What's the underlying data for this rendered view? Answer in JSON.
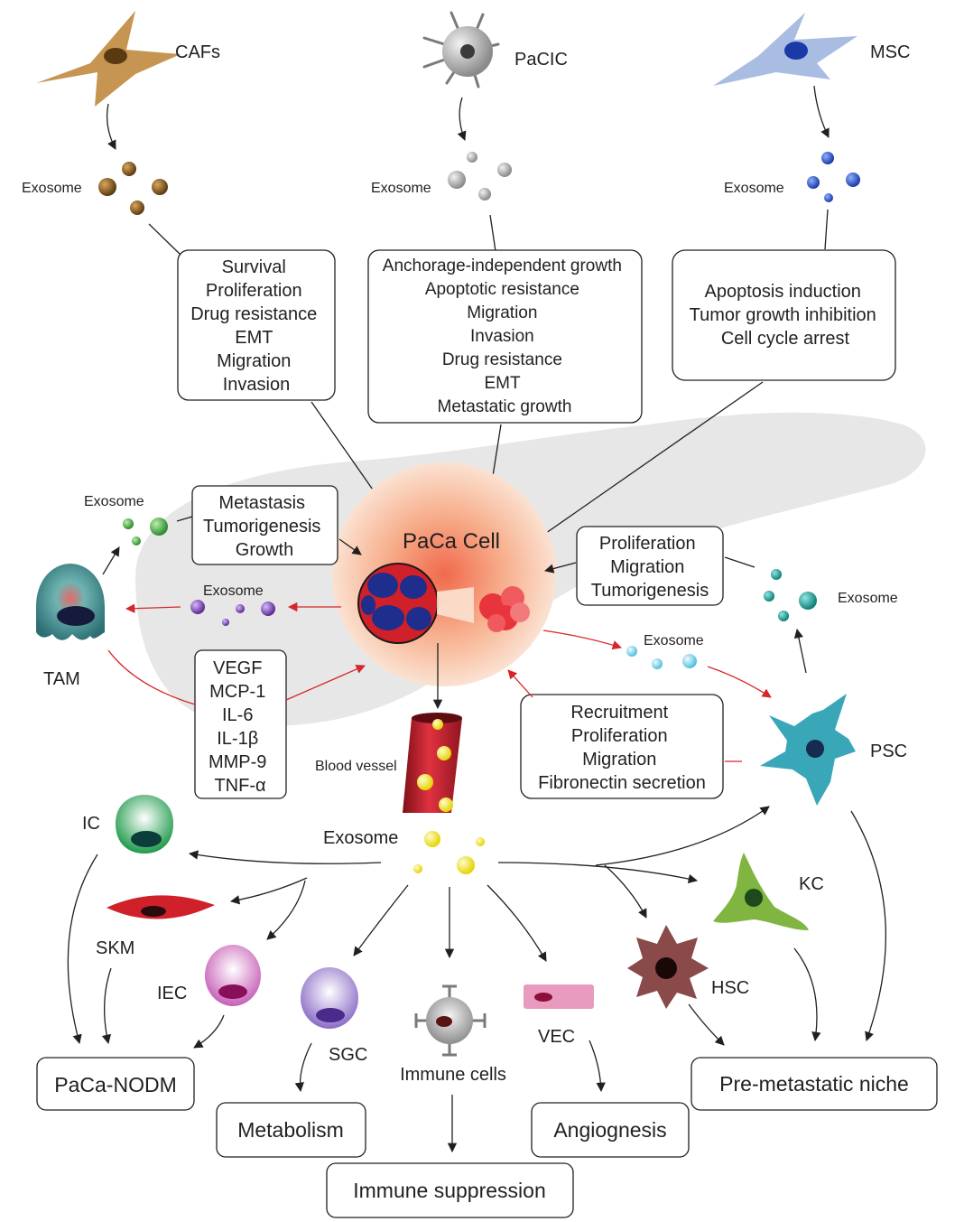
{
  "sources": {
    "cafs": "CAFs",
    "pacic": "PaCIC",
    "msc": "MSC"
  },
  "exosome_label": "Exosome",
  "effects": {
    "cafs": [
      "Survival",
      "Proliferation",
      "Drug resistance",
      "EMT",
      "Migration",
      "Invasion"
    ],
    "pacic": [
      "Anchorage-independent growth",
      "Apoptotic resistance",
      "Migration",
      "Invasion",
      "Drug resistance",
      "EMT",
      "Metastatic growth"
    ],
    "msc": [
      "Apoptosis induction",
      "Tumor growth inhibition",
      "Cell cycle arrest"
    ],
    "tam_to_paca": [
      "Metastasis",
      "Tumorigenesis",
      "Growth"
    ],
    "psc_to_paca": [
      "Proliferation",
      "Migration",
      "Tumorigenesis"
    ],
    "cytokines": [
      "VEGF",
      "MCP-1",
      "IL-6",
      "IL-1β",
      "MMP-9",
      "TNF-α"
    ],
    "paca_to_psc": [
      "Recruitment",
      "Proliferation",
      "Migration",
      "Fibronectin secretion"
    ]
  },
  "center": {
    "paca_cell": "PaCa Cell",
    "blood_vessel": "Blood vessel"
  },
  "cells": {
    "tam": "TAM",
    "psc": "PSC",
    "ic": "IC",
    "skm": "SKM",
    "iec": "IEC",
    "sgc": "SGC",
    "immune": "Immune cells",
    "vec": "VEC",
    "hsc": "HSC",
    "kc": "KC"
  },
  "outcomes": {
    "paca_nodm": "PaCa-NODM",
    "metabolism": "Metabolism",
    "immune_suppression": "Immune suppression",
    "angiogenesis": "Angiognesis",
    "pre_metastatic": "Pre-metastatic niche"
  },
  "colors": {
    "red_arrow": "#d7262a",
    "caf": "#c69552",
    "msc": "#a9bde2",
    "pancreas": "#e7e7e7",
    "tumor_glow": "#f4a27e",
    "vessel": "#c8242f",
    "exosome_yellow": "#f1e414",
    "psc": "#3aa7b8"
  }
}
